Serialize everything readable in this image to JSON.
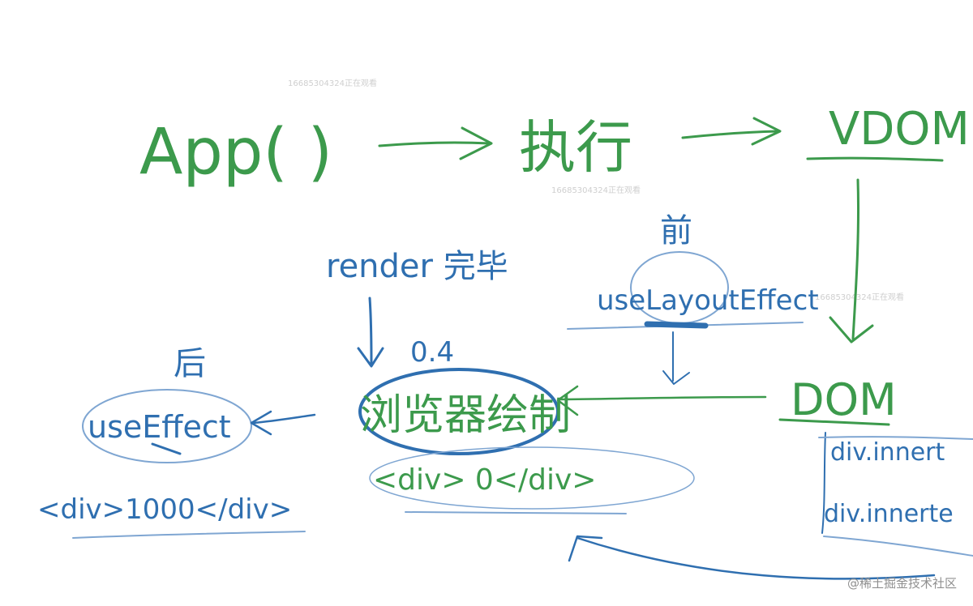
{
  "nodes": {
    "app": "App(  )",
    "execute": "执行",
    "vdom": "VDOM",
    "render_done": "render 完毕",
    "before": "前",
    "use_layout_effect": "useLayoutEffect",
    "dom": "DOM",
    "after": "后",
    "use_effect": "useEffect",
    "delay": "0.4",
    "paint": "浏览器绘制",
    "div_zero": "<div>  0</div>",
    "div_1000": "<div>1000</div>",
    "dom_line_1": "div.innert",
    "dom_line_2": "div.innerte"
  },
  "watermarks": {
    "faint_id": "16685304324正在观看"
  },
  "footer": {
    "site_watermark": "@稀土掘金技术社区"
  },
  "colors": {
    "green": "#3c9a4c",
    "blue": "#2f6fb0",
    "light_blue": "#7fa6d2"
  }
}
